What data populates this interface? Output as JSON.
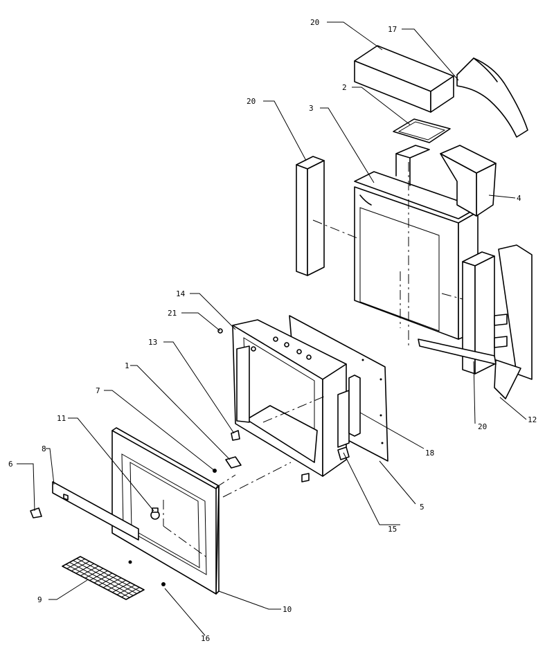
{
  "diagram": {
    "part_labels": {
      "p1": "1",
      "p2": "2",
      "p3": "3",
      "p4": "4",
      "p5": "5",
      "p6": "6",
      "p7": "7",
      "p8": "8",
      "p9": "9",
      "p10": "10",
      "p11": "11",
      "p12": "12",
      "p13": "13",
      "p14": "14",
      "p15": "15",
      "p16": "16",
      "p17": "17",
      "p18": "18",
      "p20a": "20",
      "p20b": "20",
      "p20c": "20",
      "p21": "21"
    }
  }
}
